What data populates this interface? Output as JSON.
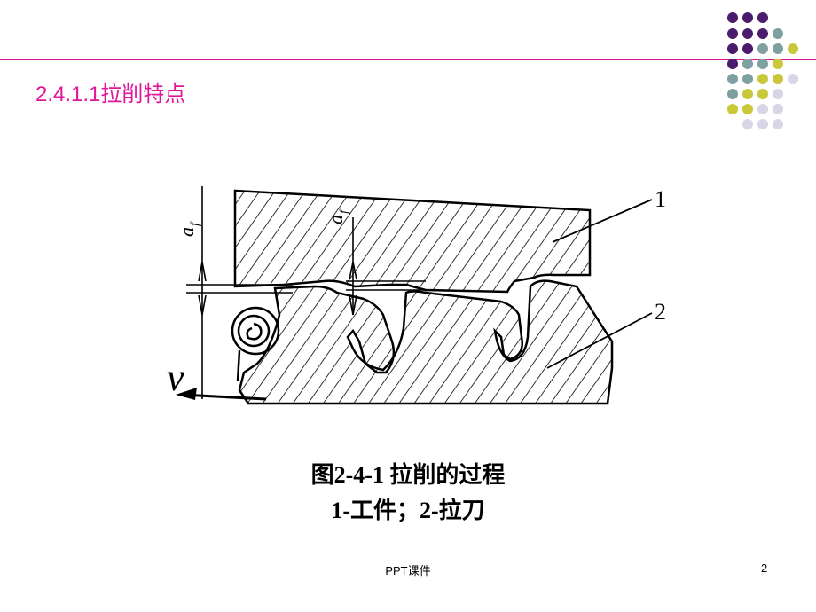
{
  "slide": {
    "title": "2.4.1.1拉削特点",
    "figure": {
      "label_1": "1",
      "label_2": "2",
      "label_v": "v",
      "label_af": "a",
      "label_af_sub": "f"
    },
    "caption_line1": "图2-4-1  拉削的过程",
    "caption_line2": "1-工件；2-拉刀",
    "footer_text": "PPT课件",
    "page_number": "2"
  },
  "decoration": {
    "dot_colors": {
      "purple": "#4b1b6e",
      "teal": "#7fa0a0",
      "lime": "#c8c83a",
      "lavender": "#d6d6e6"
    },
    "accent_line_color": "#e0169a"
  }
}
